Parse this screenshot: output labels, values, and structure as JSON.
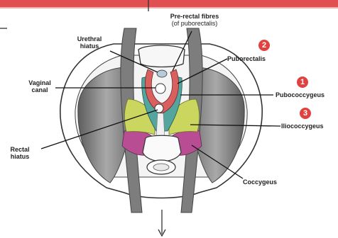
{
  "labels": {
    "prerectal_line1": "Pre-rectal fibres",
    "prerectal_line2": "(of puborectalis)",
    "urethral_line1": "Urethral",
    "urethral_line2": "hiatus",
    "vaginal_line1": "Vaginal",
    "vaginal_line2": "canal",
    "rectal_line1": "Rectal",
    "rectal_line2": "hiatus",
    "puborectalis": "Puborectalis",
    "pubococcygeus": "Pubococcygeus",
    "iliococcygeus": "Iliococcygeus",
    "coccygeus": "Coccygeus"
  },
  "badges": {
    "puborectalis": "2",
    "pubococcygeus": "1",
    "iliococcygeus": "3"
  },
  "colors": {
    "topbar": "#e05050",
    "badge": "#e0433f",
    "puborectalis": "#d9605f",
    "pubococcygeus": "#54a59e",
    "iliococcygeus": "#cbd65e",
    "coccygeus": "#b84d93",
    "muscle_grey": "#8c8c8c"
  }
}
